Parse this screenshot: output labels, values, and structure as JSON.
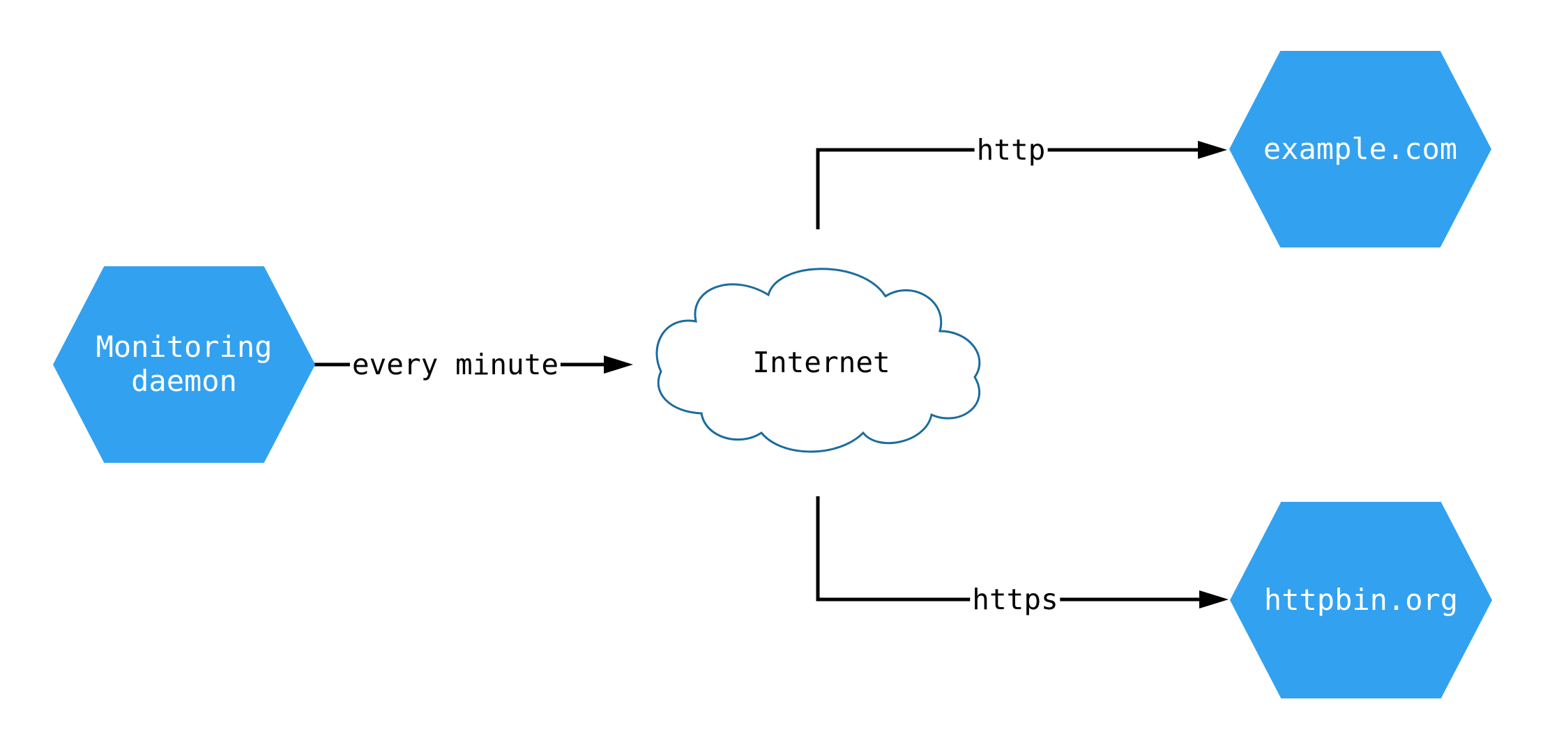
{
  "diagram": {
    "type": "network-diagram",
    "nodes": [
      {
        "id": "monitoring-daemon",
        "shape": "hexagon",
        "lines": [
          "Monitoring",
          "daemon"
        ]
      },
      {
        "id": "internet",
        "shape": "cloud",
        "lines": [
          "Internet"
        ]
      },
      {
        "id": "example-com",
        "shape": "hexagon",
        "lines": [
          "example.com"
        ]
      },
      {
        "id": "httpbin-org",
        "shape": "hexagon",
        "lines": [
          "httpbin.org"
        ]
      }
    ],
    "edges": [
      {
        "from": "monitoring-daemon",
        "to": "internet",
        "label": "every minute"
      },
      {
        "from": "internet",
        "to": "example-com",
        "label": "http"
      },
      {
        "from": "internet",
        "to": "httpbin-org",
        "label": "https"
      }
    ],
    "colors": {
      "background": "#FFFFFF",
      "node_fill": "#32A1F0",
      "node_text": "#FFFFFF",
      "cloud_fill": "#FFFFFF",
      "cloud_stroke": "#1A6C9E",
      "edge_color": "#000000",
      "label_text": "#000000"
    }
  }
}
